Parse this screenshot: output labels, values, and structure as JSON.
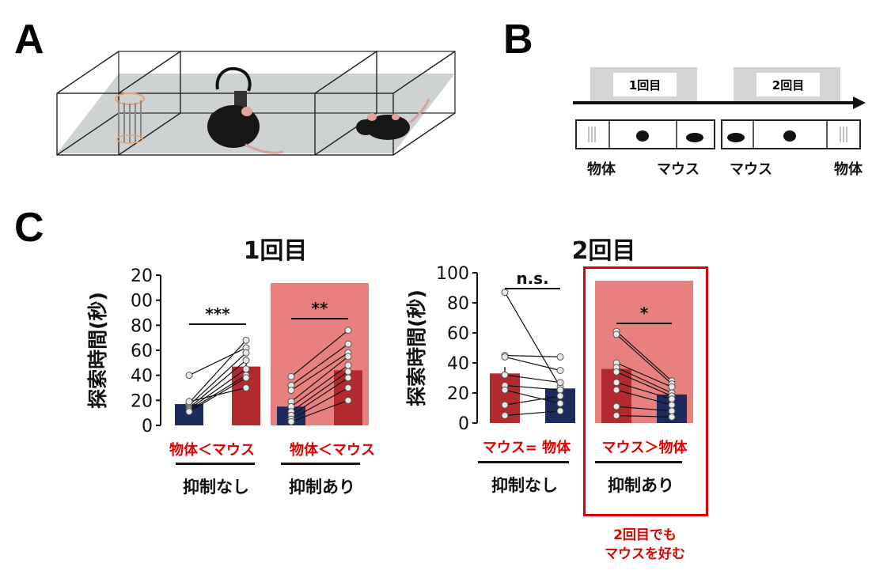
{
  "panels": {
    "a": {
      "letter": "A"
    },
    "b": {
      "letter": "B",
      "phase1": "1回目",
      "phase2": "2回目",
      "labels": [
        "物体",
        "マウス",
        "マウス",
        "物体"
      ]
    },
    "c": {
      "letter": "C"
    }
  },
  "ylabel": "探索時間(秒)",
  "colors": {
    "navy": "#1c2a5c",
    "red_bar": "#b22a2f",
    "shade": "#e88080",
    "highlight_red": "#e00000"
  },
  "chart_data": [
    {
      "type": "bar",
      "title": "1回目",
      "ylabel": "探索時間(秒)",
      "ylim": [
        0,
        120
      ],
      "yticks": [
        "20",
        "00",
        "80",
        "60",
        "40",
        "20",
        "0"
      ],
      "groups": [
        {
          "comparison": "物体＜マウス",
          "condition": "抑制なし",
          "significance": "***",
          "shaded": false,
          "bars": [
            {
              "name": "物体",
              "value": 17,
              "color": "#1c2a5c"
            },
            {
              "name": "マウス",
              "value": 47,
              "color": "#b22a2f"
            }
          ],
          "pairs": [
            [
              40,
              62
            ],
            [
              18,
              68
            ],
            [
              16,
              58
            ],
            [
              14,
              52
            ],
            [
              13,
              45
            ],
            [
              12,
              40
            ],
            [
              11,
              38
            ],
            [
              19,
              30
            ]
          ]
        },
        {
          "comparison": "物体＜マウス",
          "condition": "抑制あり",
          "significance": "**",
          "shaded": true,
          "bars": [
            {
              "name": "物体",
              "value": 15,
              "color": "#1c2a5c"
            },
            {
              "name": "マウス",
              "value": 44,
              "color": "#b22a2f"
            }
          ],
          "pairs": [
            [
              39,
              76
            ],
            [
              32,
              65
            ],
            [
              28,
              58
            ],
            [
              19,
              55
            ],
            [
              15,
              48
            ],
            [
              11,
              43
            ],
            [
              8,
              38
            ],
            [
              5,
              30
            ],
            [
              3,
              20
            ]
          ]
        }
      ]
    },
    {
      "type": "bar",
      "title": "2回目",
      "ylabel": "探索時間(秒)",
      "ylim": [
        0,
        100
      ],
      "yticks": [
        "100",
        "80",
        "60",
        "40",
        "20",
        "0"
      ],
      "groups": [
        {
          "comparison": "マウス= 物体",
          "condition": "抑制なし",
          "significance": "n.s.",
          "shaded": false,
          "bars": [
            {
              "name": "マウス",
              "value": 33,
              "color": "#b22a2f"
            },
            {
              "name": "物体",
              "value": 23,
              "color": "#1c2a5c"
            }
          ],
          "pairs": [
            [
              87,
              24
            ],
            [
              45,
              44
            ],
            [
              44,
              35
            ],
            [
              32,
              27
            ],
            [
              25,
              22
            ],
            [
              22,
              13
            ],
            [
              12,
              18
            ],
            [
              5,
              8
            ]
          ]
        },
        {
          "comparison": "マウス＞物体",
          "condition": "抑制あり",
          "significance": "*",
          "shaded": true,
          "highlighted": true,
          "note_line1": "2回目でも",
          "note_line2": "マウスを好む",
          "bars": [
            {
              "name": "マウス",
              "value": 36,
              "color": "#b22a2f"
            },
            {
              "name": "物体",
              "value": 19,
              "color": "#1c2a5c"
            }
          ],
          "pairs": [
            [
              61,
              28
            ],
            [
              59,
              26
            ],
            [
              40,
              24
            ],
            [
              37,
              20
            ],
            [
              34,
              18
            ],
            [
              27,
              16
            ],
            [
              22,
              12
            ],
            [
              11,
              8
            ],
            [
              5,
              4
            ]
          ]
        }
      ]
    }
  ]
}
